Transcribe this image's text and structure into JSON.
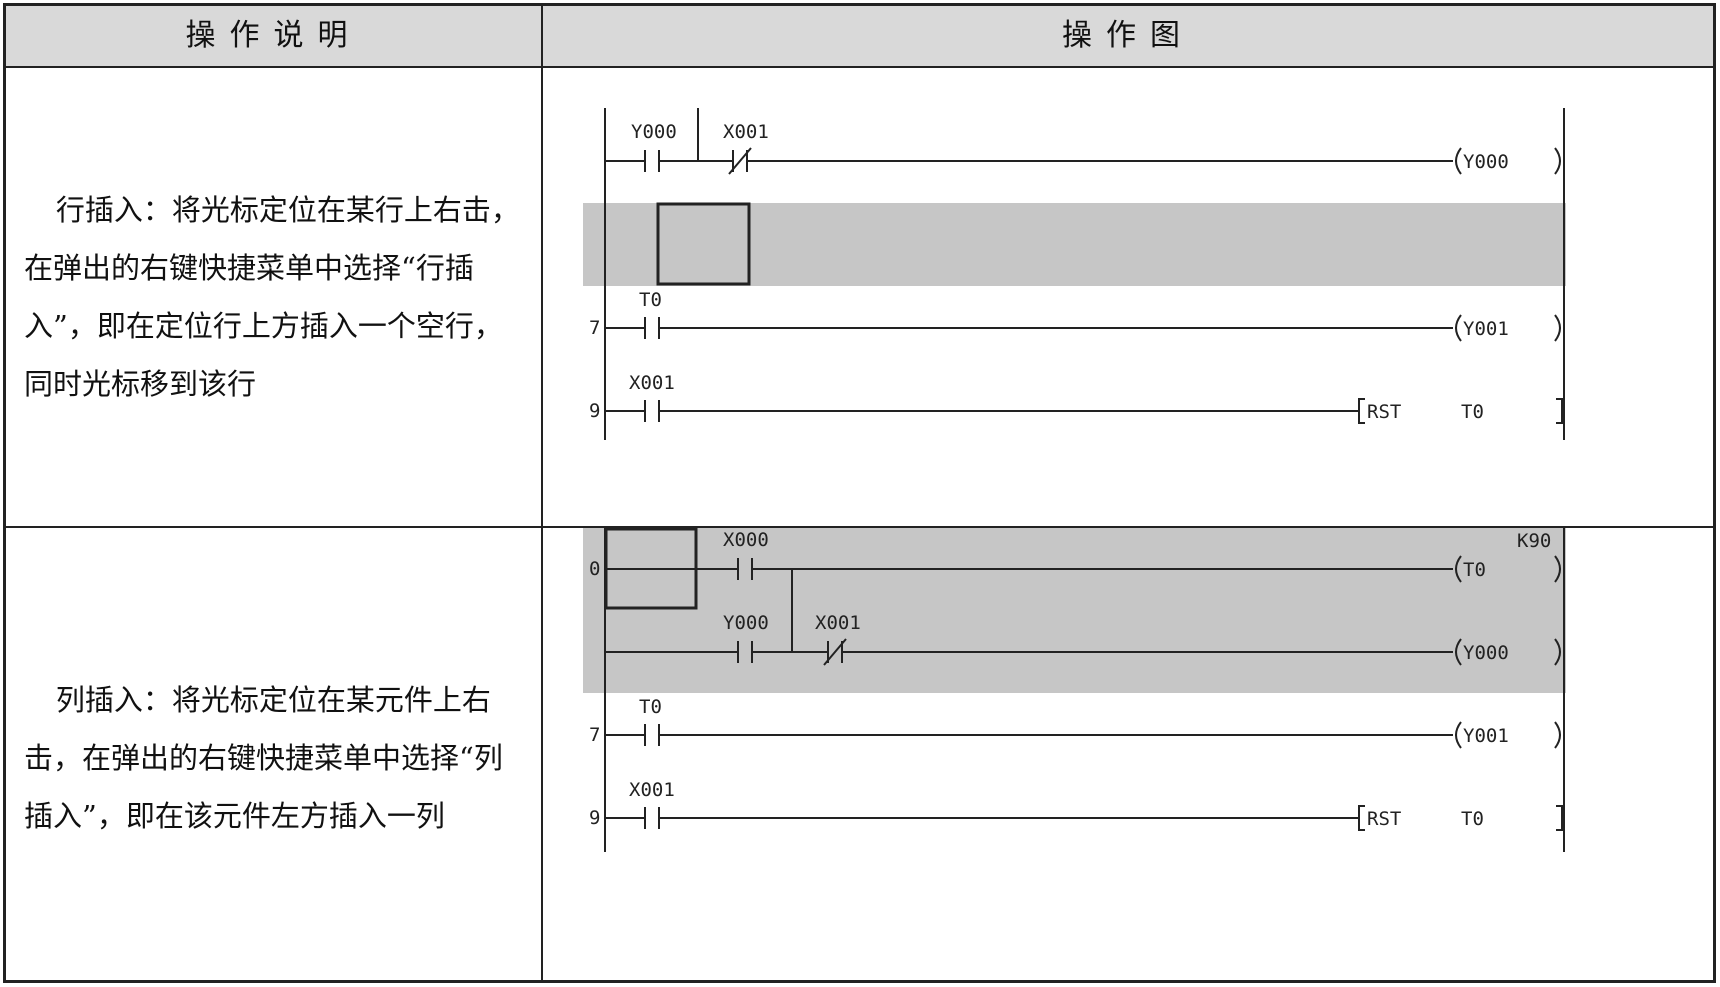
{
  "header": {
    "col_left": "操作说明",
    "col_right": "操作图"
  },
  "rows": [
    {
      "description": "行插入：将光标定位在某行上右击，在弹出的右键快捷菜单中选择“行插入”，即在定位行上方插入一个空行，同时光标移到该行",
      "diagram": {
        "contacts": [
          "Y000",
          "X001",
          "T0",
          "X001"
        ],
        "coils": [
          "Y000",
          "Y001"
        ],
        "instruction": {
          "name": "RST",
          "operand": "T0"
        },
        "rung_numbers": [
          "7",
          "9"
        ]
      }
    },
    {
      "description": "列插入：将光标定位在某元件上右击，在弹出的右键快捷菜单中选择“列插入”，即在该元件左方插入一列",
      "diagram": {
        "contacts": [
          "X000",
          "Y000",
          "X001",
          "T0",
          "X001"
        ],
        "coils": [
          "T0",
          "Y000",
          "Y001"
        ],
        "timer_constant": "K90",
        "instruction": {
          "name": "RST",
          "operand": "T0"
        },
        "rung_numbers": [
          "0",
          "7",
          "9"
        ]
      }
    }
  ],
  "colors": {
    "highlight": "#c6c6c6",
    "line": "#222222",
    "header_bg": "#d9d9d9"
  }
}
